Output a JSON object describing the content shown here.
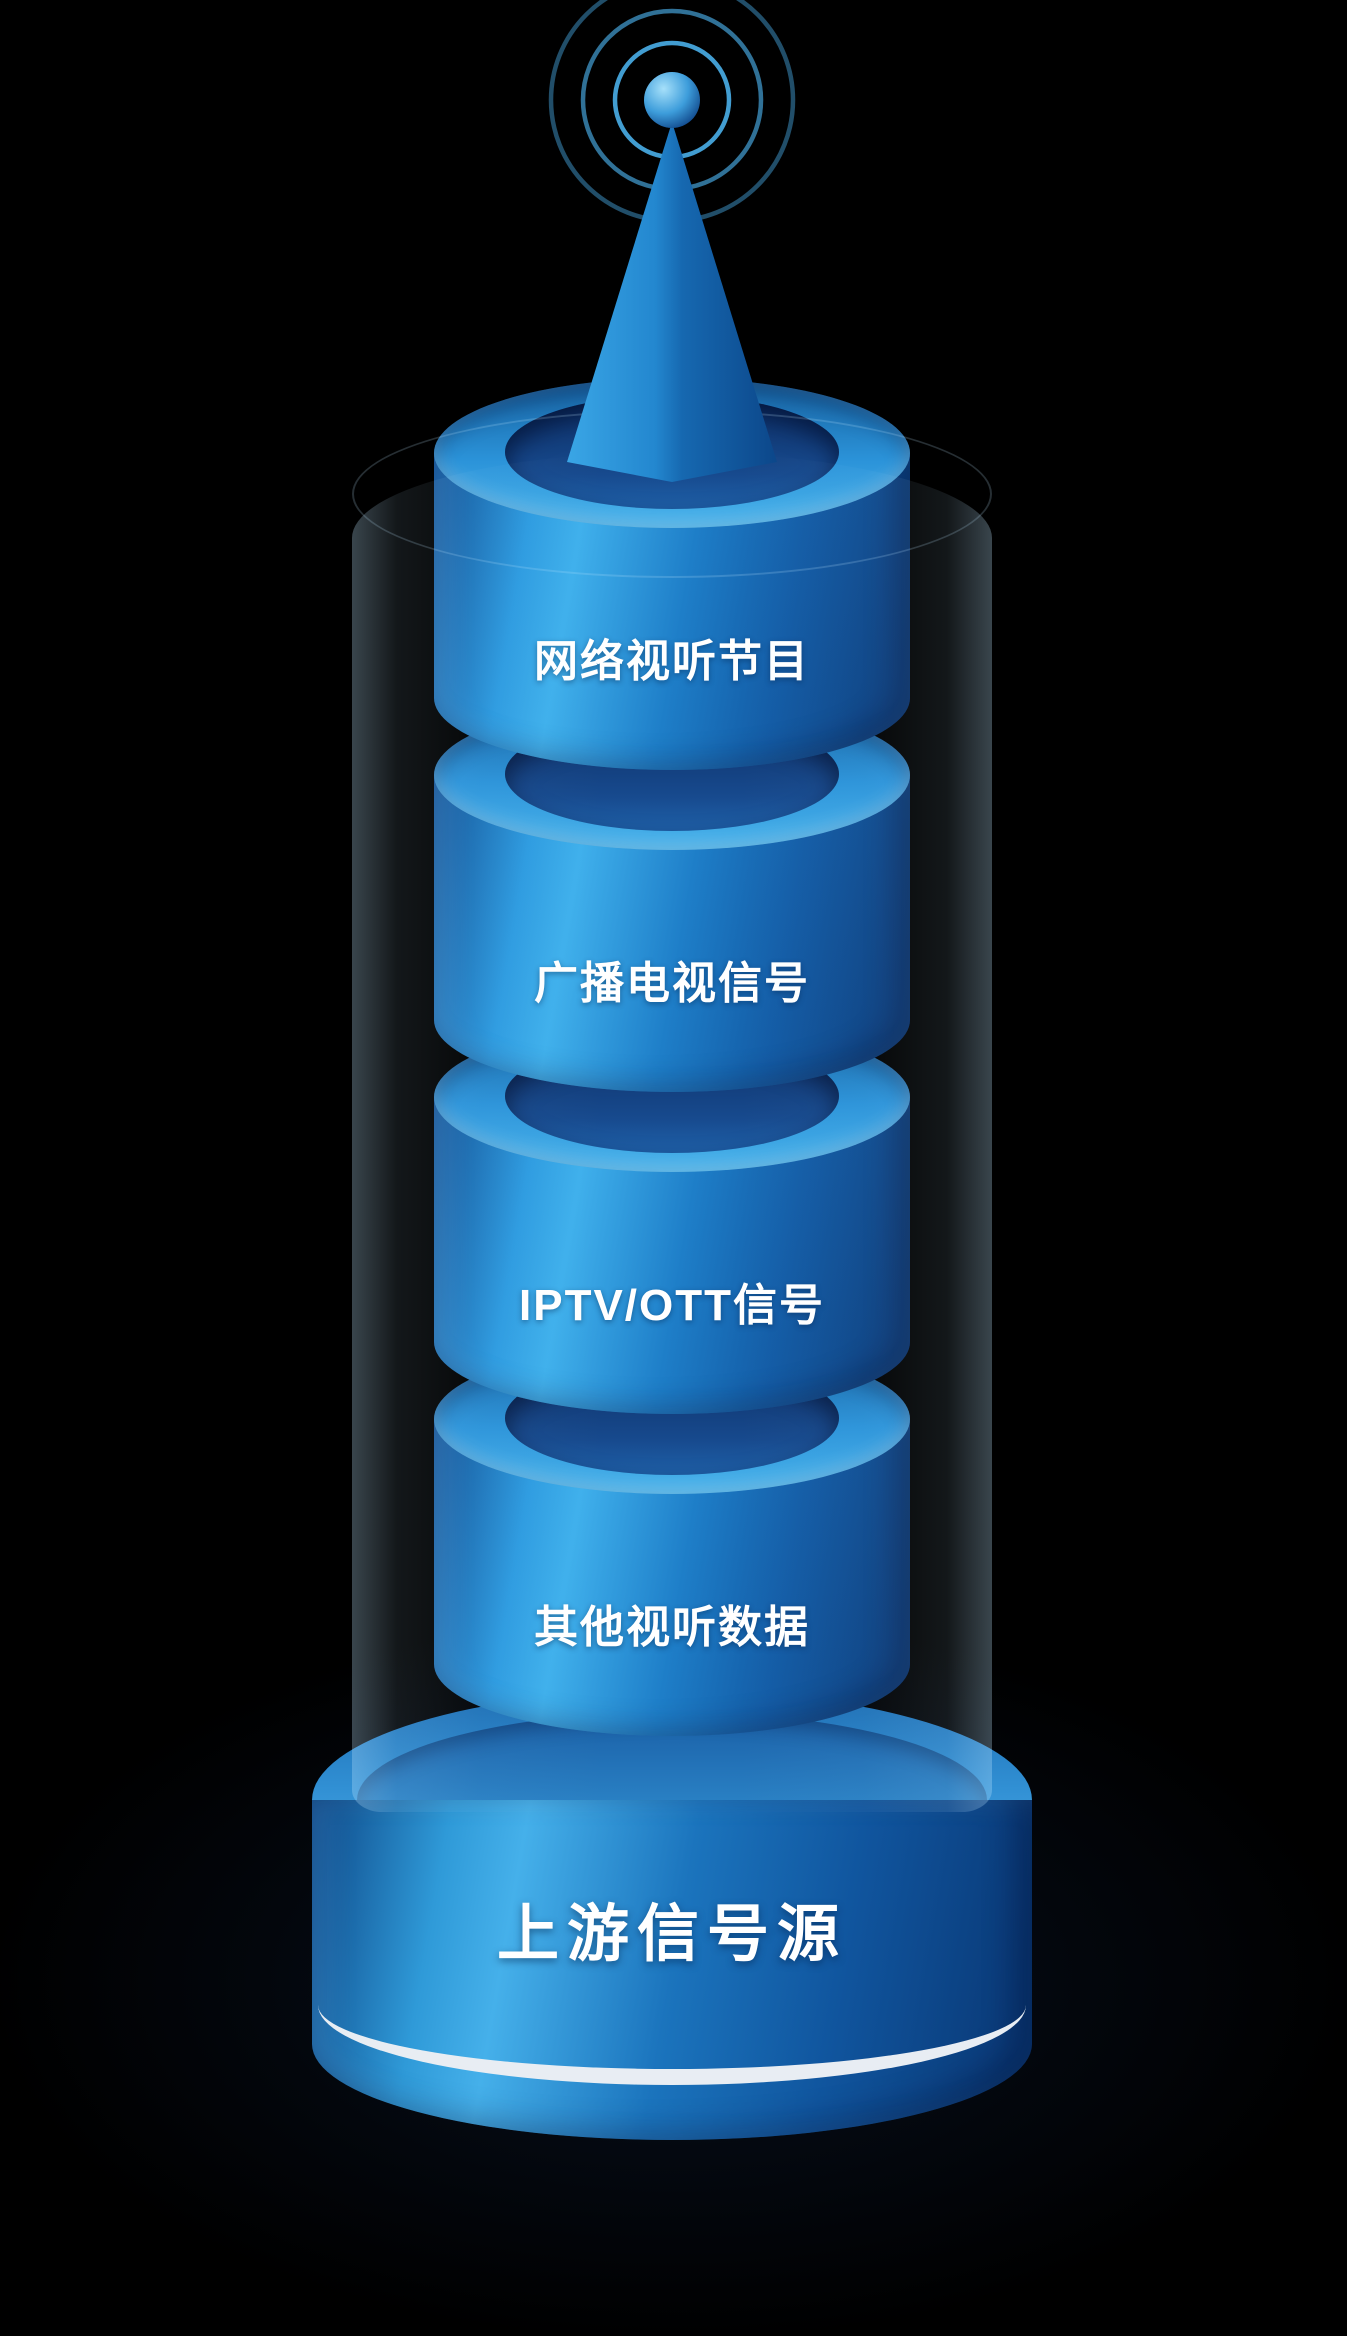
{
  "diagram": {
    "base_label": "上游信号源",
    "segments": [
      {
        "label": "网络视听节目"
      },
      {
        "label": "广播电视信号"
      },
      {
        "label": "IPTV/OTT信号"
      },
      {
        "label": "其他视听数据"
      }
    ],
    "icons": {
      "top": "broadcast-antenna-icon",
      "waves": "signal-waves-icon"
    },
    "colors": {
      "background": "#000000",
      "cylinder_highlight": "#3fb6f0",
      "cylinder_mid": "#1e86cf",
      "cylinder_deep": "#0a3c7c",
      "stripe": "#e8edf3",
      "text": "#ffffff"
    }
  }
}
